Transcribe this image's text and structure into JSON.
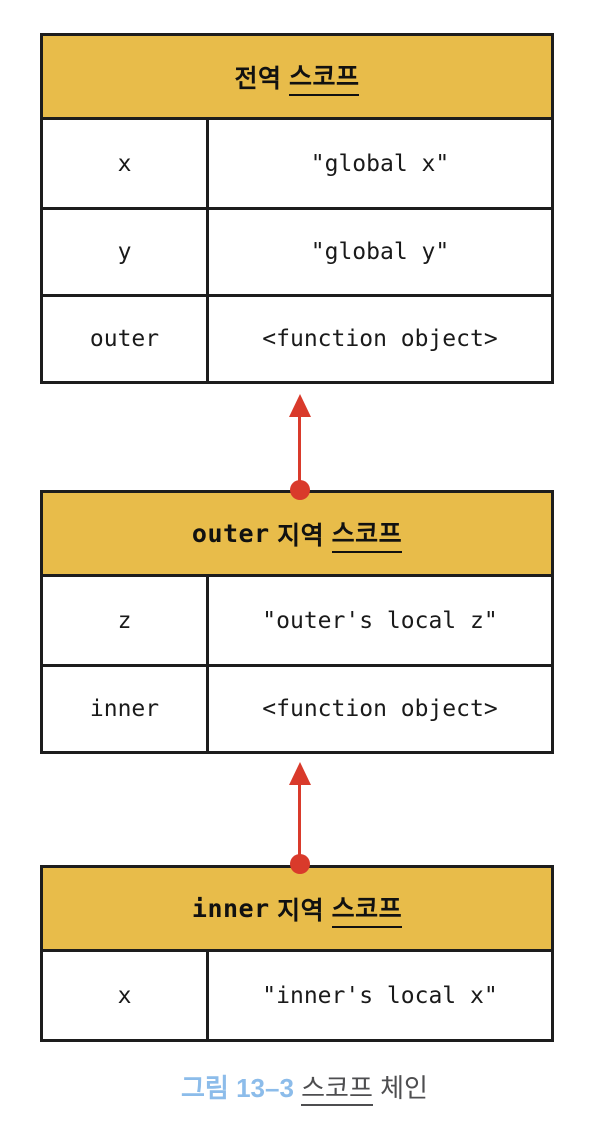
{
  "colors": {
    "header-bg": "#E8BC4A",
    "arrow-red": "#D93A2B",
    "border-dark": "#1D1D1D",
    "caption-blue": "#8CBCEA",
    "caption-gray": "#4E4E50"
  },
  "tables": [
    {
      "id": "global-scope",
      "header": {
        "prefix": "",
        "label": "전역 ",
        "term": "스코프"
      },
      "rows": [
        {
          "name": "x",
          "value": "\"global x\""
        },
        {
          "name": "y",
          "value": "\"global y\""
        },
        {
          "name": "outer",
          "value": "<function object>"
        }
      ]
    },
    {
      "id": "outer-local-scope",
      "header": {
        "prefix": "outer",
        "label": " 지역 ",
        "term": "스코프"
      },
      "rows": [
        {
          "name": "z",
          "value": "\"outer's local z\""
        },
        {
          "name": "inner",
          "value": "<function object>"
        }
      ]
    },
    {
      "id": "inner-local-scope",
      "header": {
        "prefix": "inner",
        "label": " 지역 ",
        "term": "스코프"
      },
      "rows": [
        {
          "name": "x",
          "value": "\"inner's local x\""
        }
      ]
    }
  ],
  "caption": {
    "figure_label": "그림 13–3",
    "term": "스코프",
    "rest": " 체인"
  }
}
